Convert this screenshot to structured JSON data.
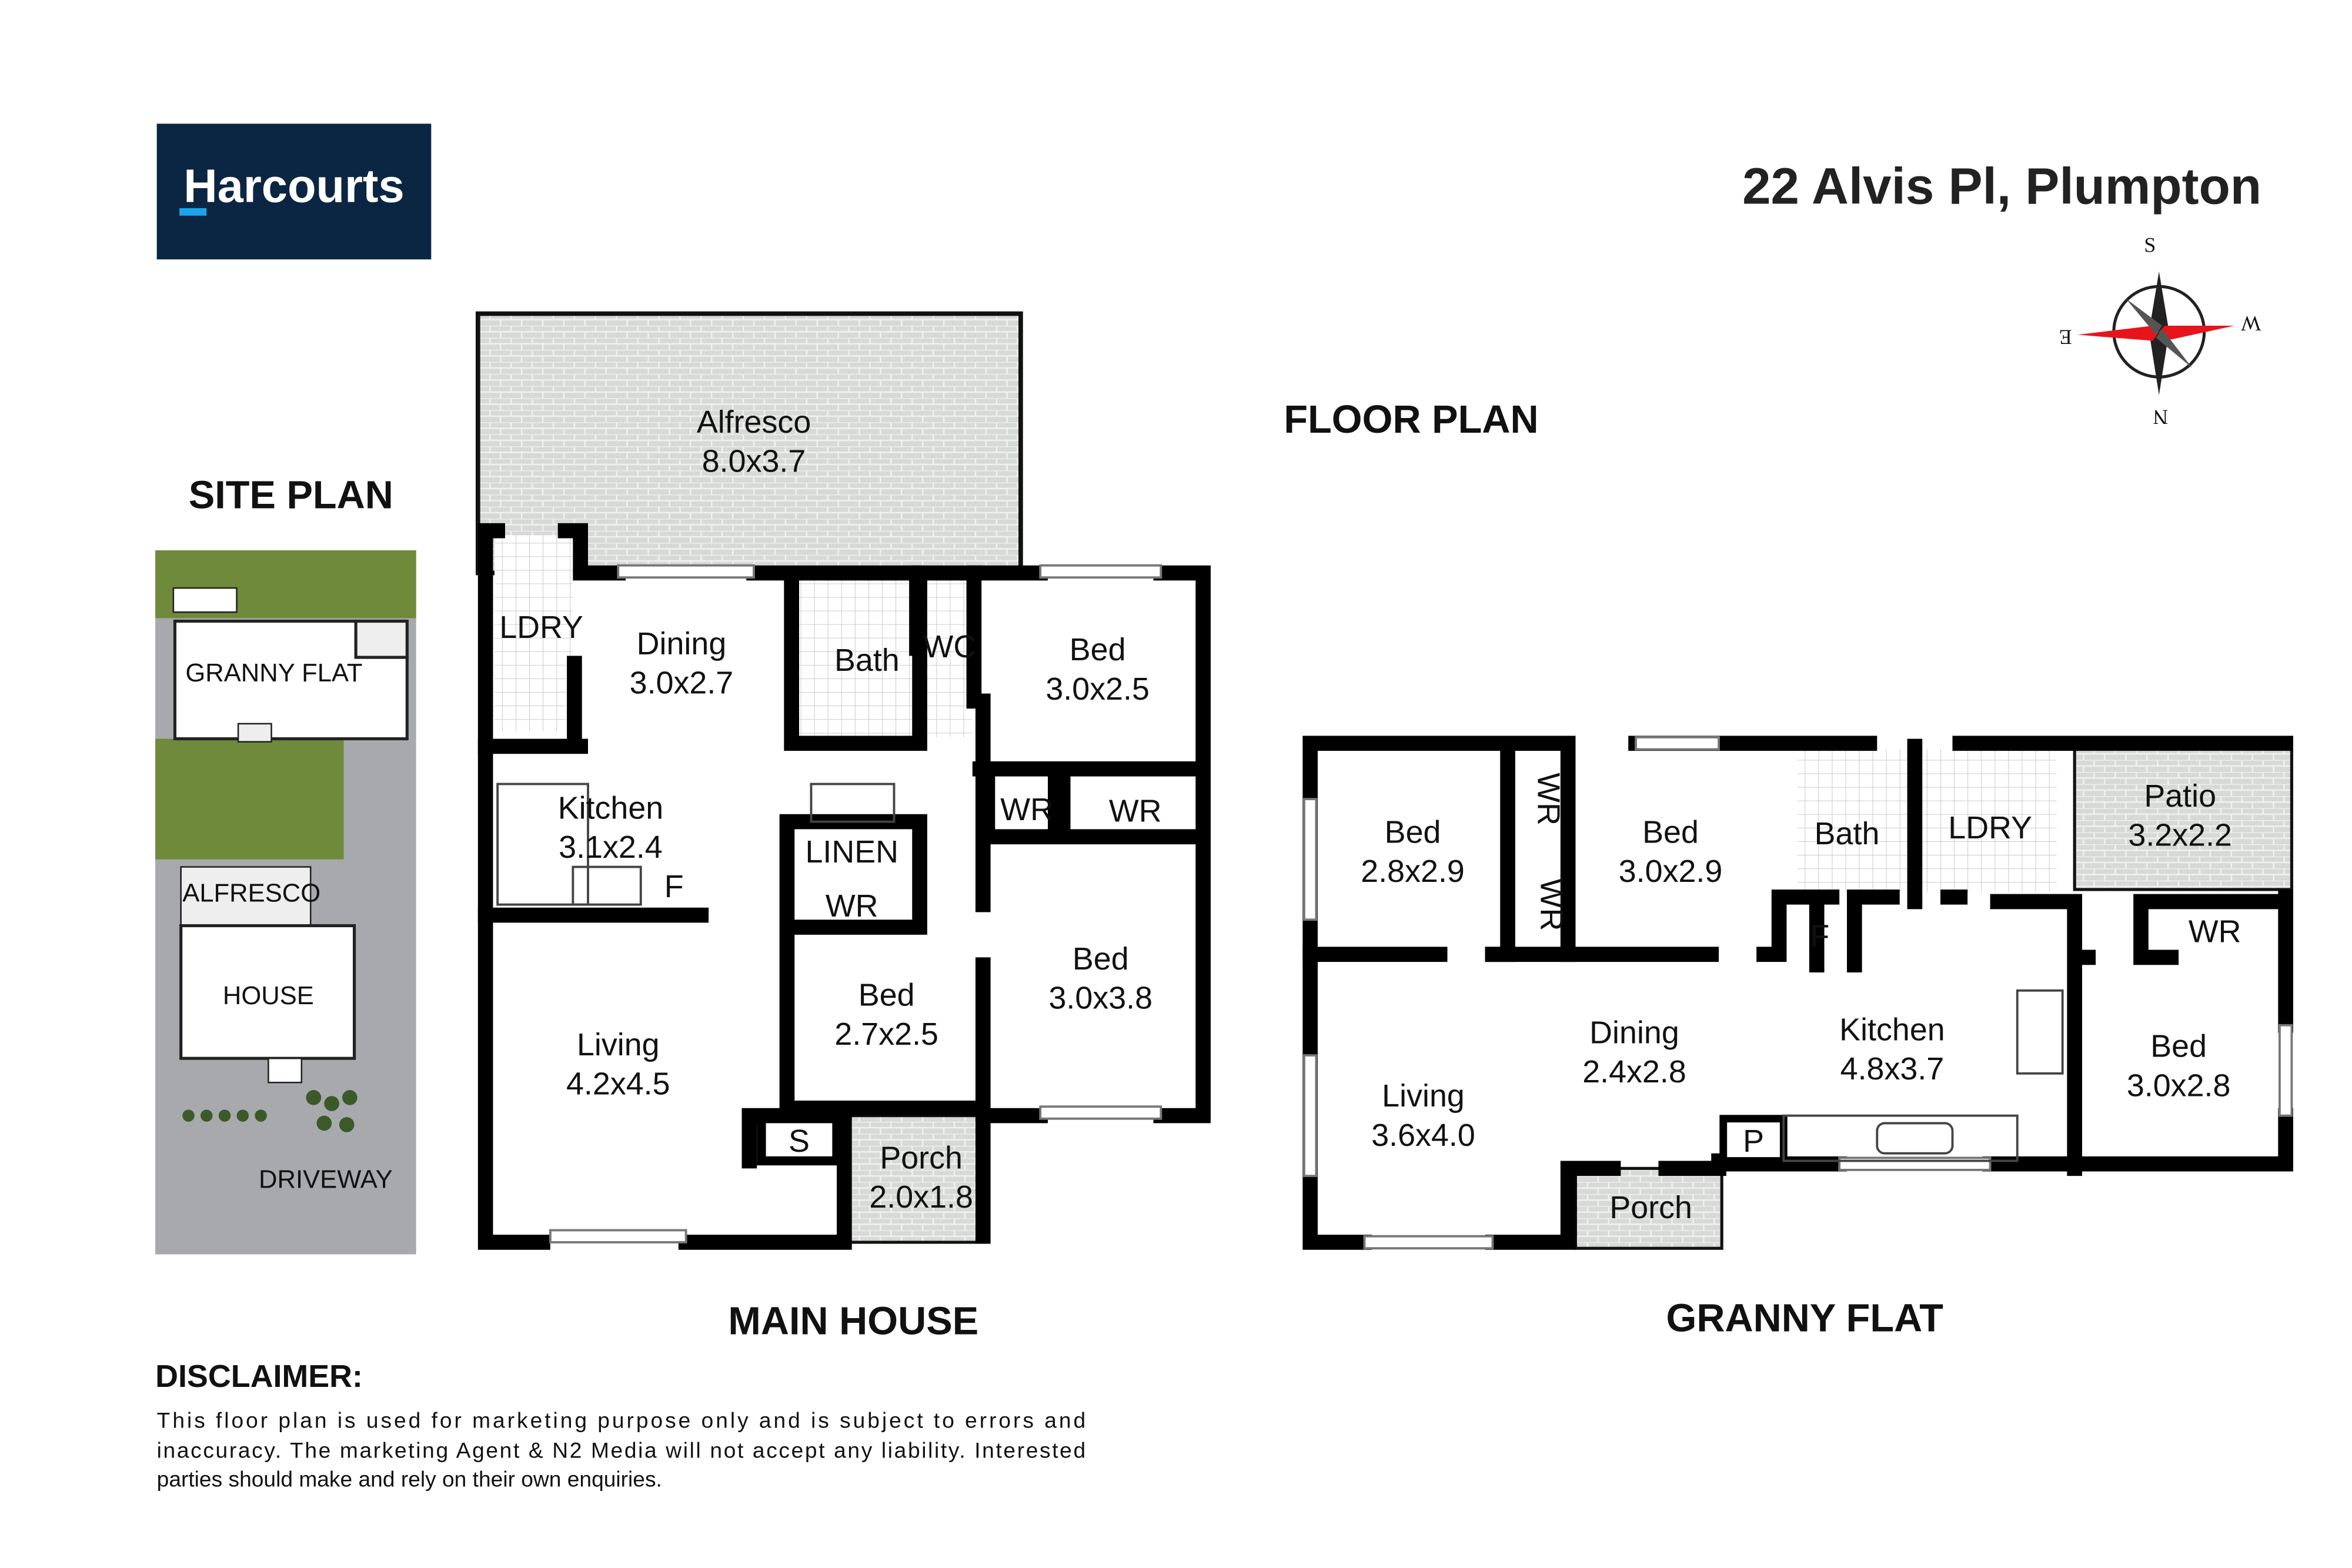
{
  "brand": {
    "logo_text": "Harcourts",
    "color": "#0b2642",
    "accent": "#1aa3e8"
  },
  "address": "22 Alvis Pl, Plumpton",
  "compass": {
    "north": "N",
    "south": "S",
    "east": "E",
    "west": "W",
    "accent": "#e8141b"
  },
  "headings": {
    "site_plan": "SITE PLAN",
    "floor_plan": "FLOOR PLAN",
    "main_house": "MAIN HOUSE",
    "granny_flat": "GRANNY FLAT"
  },
  "site_plan": {
    "granny_flat": "GRANNY FLAT",
    "alfresco": "ALFRESCO",
    "house": "HOUSE",
    "driveway": "DRIVEWAY"
  },
  "main_house": {
    "alfresco": {
      "name": "Alfresco",
      "size": "8.0x3.7"
    },
    "ldry": "LDRY",
    "dining": {
      "name": "Dining",
      "size": "3.0x2.7"
    },
    "bath": "Bath",
    "wc": "WC",
    "bed1": {
      "name": "Bed",
      "size": "3.0x2.5"
    },
    "kitchen": {
      "name": "Kitchen",
      "size": "3.1x2.4"
    },
    "fridge": "F",
    "linen": "LINEN",
    "wr1": "WR",
    "wr2": "WR",
    "wr3": "WR",
    "bed2": {
      "name": "Bed",
      "size": "3.0x3.8"
    },
    "bed3": {
      "name": "Bed",
      "size": "2.7x2.5"
    },
    "living": {
      "name": "Living",
      "size": "4.2x4.5"
    },
    "storage": "S",
    "porch": {
      "name": "Porch",
      "size": "2.0x1.8"
    }
  },
  "granny_flat": {
    "bed1": {
      "name": "Bed",
      "size": "2.8x2.9"
    },
    "wr1": "WR",
    "wr2": "WR",
    "bed2": {
      "name": "Bed",
      "size": "3.0x2.9"
    },
    "bath": "Bath",
    "ldry": "LDRY",
    "patio": {
      "name": "Patio",
      "size": "3.2x2.2"
    },
    "fridge": "F",
    "wr3": "WR",
    "dining": {
      "name": "Dining",
      "size": "2.4x2.8"
    },
    "kitchen": {
      "name": "Kitchen",
      "size": "4.8x3.7"
    },
    "bed3": {
      "name": "Bed",
      "size": "3.0x2.8"
    },
    "living": {
      "name": "Living",
      "size": "3.6x4.0"
    },
    "pantry": "P",
    "porch": "Porch"
  },
  "disclaimer": {
    "title": "DISCLAIMER:",
    "lines": [
      "This floor plan is used for marketing purpose only and is subject to errors and",
      "inaccuracy. The marketing Agent & N2 Media will not accept any liability. Interested",
      "parties should make and rely on their own enquiries."
    ]
  }
}
